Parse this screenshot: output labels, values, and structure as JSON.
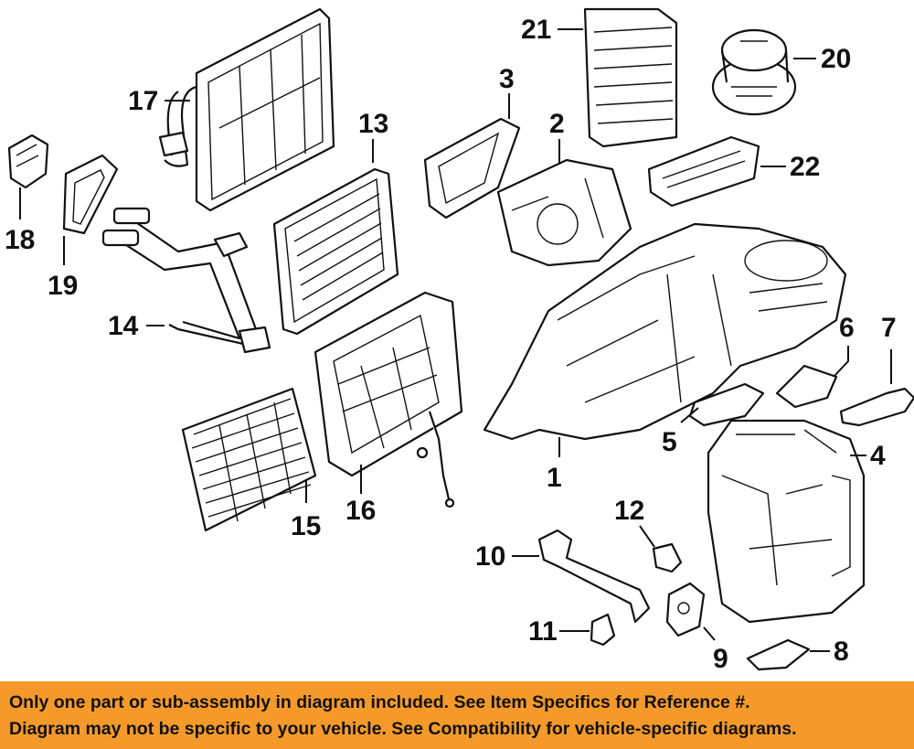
{
  "diagram": {
    "callouts": [
      {
        "id": "1",
        "text": "1"
      },
      {
        "id": "2",
        "text": "2"
      },
      {
        "id": "3",
        "text": "3"
      },
      {
        "id": "4",
        "text": "4"
      },
      {
        "id": "5",
        "text": "5"
      },
      {
        "id": "6",
        "text": "6"
      },
      {
        "id": "7",
        "text": "7"
      },
      {
        "id": "8",
        "text": "8"
      },
      {
        "id": "9",
        "text": "9"
      },
      {
        "id": "10",
        "text": "10"
      },
      {
        "id": "11",
        "text": "11"
      },
      {
        "id": "12",
        "text": "12"
      },
      {
        "id": "13",
        "text": "13"
      },
      {
        "id": "14",
        "text": "14"
      },
      {
        "id": "15",
        "text": "15"
      },
      {
        "id": "16",
        "text": "16"
      },
      {
        "id": "17",
        "text": "17"
      },
      {
        "id": "18",
        "text": "18"
      },
      {
        "id": "19",
        "text": "19"
      },
      {
        "id": "20",
        "text": "20"
      },
      {
        "id": "21",
        "text": "21"
      },
      {
        "id": "22",
        "text": "22"
      }
    ]
  },
  "banner": {
    "line1": "Only one part or sub-assembly in diagram included. See Item Specifics for Reference #.",
    "line2": "Diagram may not be specific to your vehicle. See Compatibility for vehicle-specific diagrams.",
    "background_color": "#f59a2a"
  }
}
